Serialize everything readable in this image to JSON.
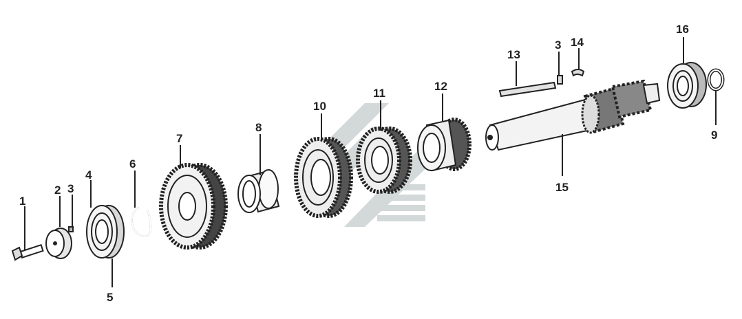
{
  "diagram": {
    "parts": [
      {
        "id": "1",
        "label": "1",
        "name": "bolt"
      },
      {
        "id": "2",
        "label": "2",
        "name": "washer"
      },
      {
        "id": "3",
        "label": "3",
        "name": "pin"
      },
      {
        "id": "4",
        "label": "4",
        "name": "bearing"
      },
      {
        "id": "5",
        "label": "5",
        "name": "bearing-race"
      },
      {
        "id": "6",
        "label": "6",
        "name": "circlip"
      },
      {
        "id": "7",
        "label": "7",
        "name": "large-gear"
      },
      {
        "id": "8",
        "label": "8",
        "name": "spacer-bushing"
      },
      {
        "id": "10",
        "label": "10",
        "name": "gear-10"
      },
      {
        "id": "11",
        "label": "11",
        "name": "gear-11"
      },
      {
        "id": "12",
        "label": "12",
        "name": "gear-12"
      },
      {
        "id": "13",
        "label": "13",
        "name": "needle-roller"
      },
      {
        "id": "3b",
        "label": "3",
        "name": "pin"
      },
      {
        "id": "14",
        "label": "14",
        "name": "key"
      },
      {
        "id": "15",
        "label": "15",
        "name": "shaft"
      },
      {
        "id": "16",
        "label": "16",
        "name": "bearing"
      },
      {
        "id": "9",
        "label": "9",
        "name": "circlip"
      }
    ],
    "watermark_color": "#c9cfd0",
    "ink_color": "#222222"
  }
}
